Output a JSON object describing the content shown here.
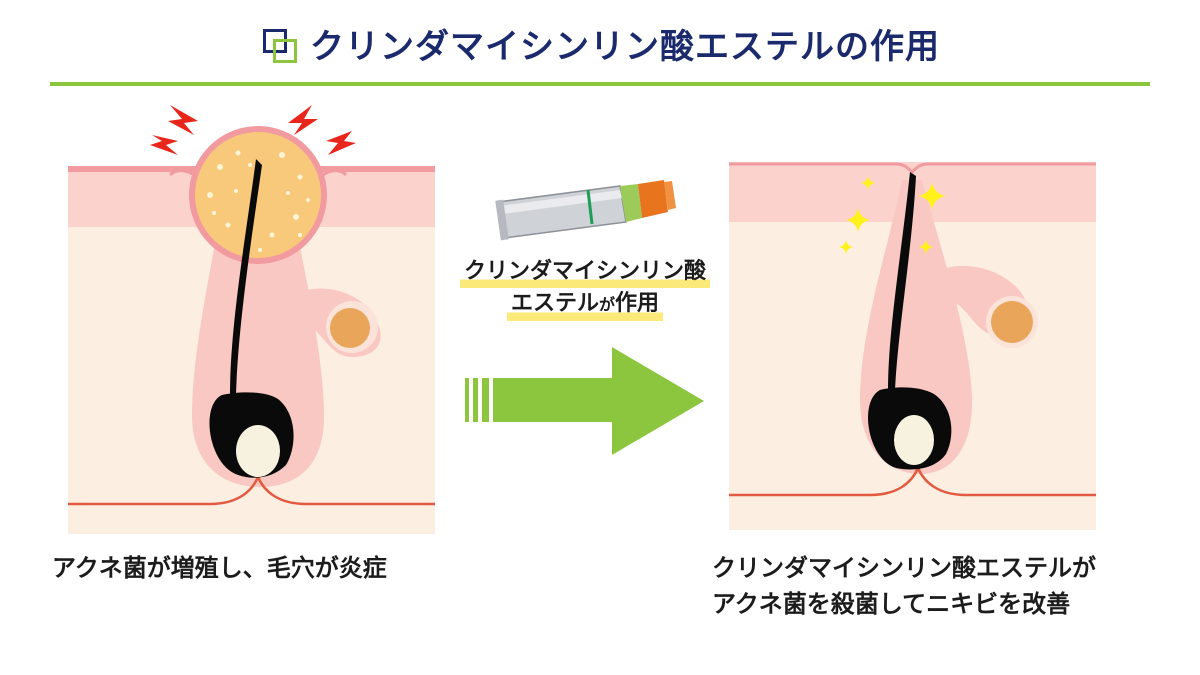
{
  "title": "クリンダマイシンリン酸エステルの作用",
  "center_label": {
    "line1": "クリンダマイシンリン酸",
    "line2_a": "エステル",
    "line2_b": "が",
    "line2_c": "作用"
  },
  "left_caption": "アクネ菌が増殖し、毛穴が炎症",
  "right_caption": {
    "line1": "クリンダマイシンリン酸エステルが",
    "line2": "アクネ菌を殺菌してニキビを改善"
  },
  "colors": {
    "title": "#1a2a6c",
    "accent_green": "#8cc63f",
    "skin_top": "#fbd3cc",
    "skin_body": "#fdeee2",
    "follicle": "#f9c8c3",
    "pimple": "#f8c97a",
    "spark_red": "#e8261c",
    "spark_yellow": "#fff21a",
    "highlight": "#fbe97a"
  }
}
